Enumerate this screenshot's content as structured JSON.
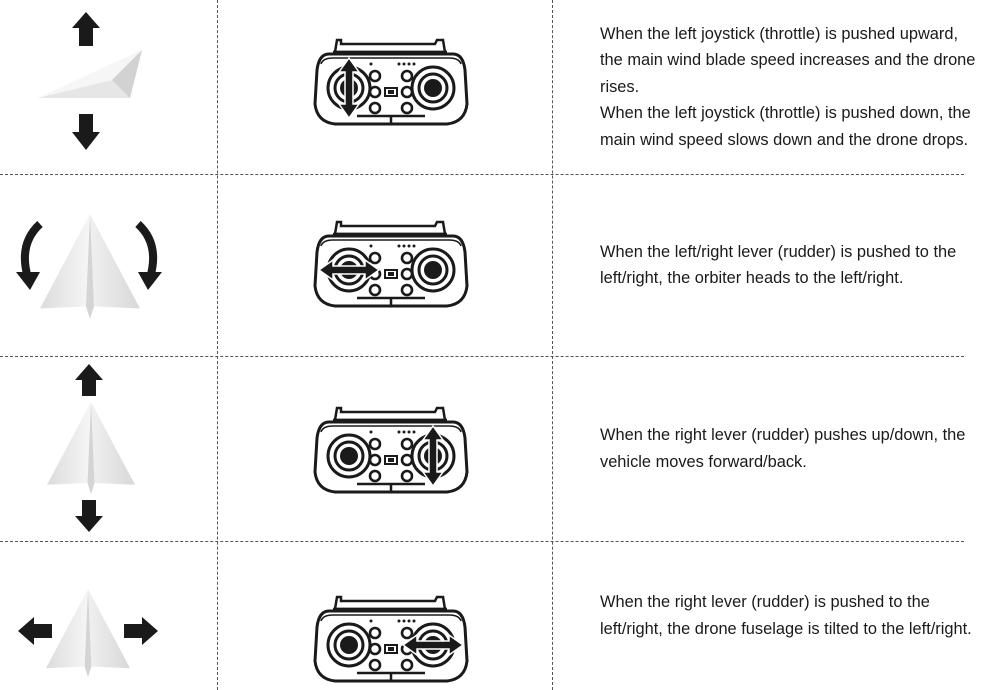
{
  "rows": [
    {
      "id": "throttle",
      "icon": "plane-climb-arrows-up-down-icon",
      "remote_arrow": "left-stick-up-down-arrows-icon",
      "text": [
        "When the left joystick (throttle) is pushed upward, the main wind blade speed increases and the drone rises.",
        "When the left joystick (throttle) is pushed down, the main wind speed slows down and the drone drops."
      ]
    },
    {
      "id": "rudder",
      "icon": "plane-rotate-arrows-icon",
      "remote_arrow": "left-stick-left-right-arrows-icon",
      "text": [
        "When the left/right lever (rudder) is pushed to the left/right, the orbiter heads to the left/right."
      ]
    },
    {
      "id": "pitch",
      "icon": "plane-forward-back-arrows-icon",
      "remote_arrow": "right-stick-up-down-arrows-icon",
      "text": [
        "When the right lever (rudder) pushes up/down, the vehicle moves forward/back."
      ]
    },
    {
      "id": "roll",
      "icon": "plane-tilt-left-right-arrows-icon",
      "remote_arrow": "right-stick-left-right-arrows-icon",
      "text": [
        "When the right lever (rudder) is pushed to the left/right, the drone fuselage is tilted to the left/right."
      ]
    }
  ],
  "colors": {
    "ink": "#1a1a1a",
    "plane_light": "#f3f3f3",
    "plane_shade": "#cfcfcf"
  }
}
